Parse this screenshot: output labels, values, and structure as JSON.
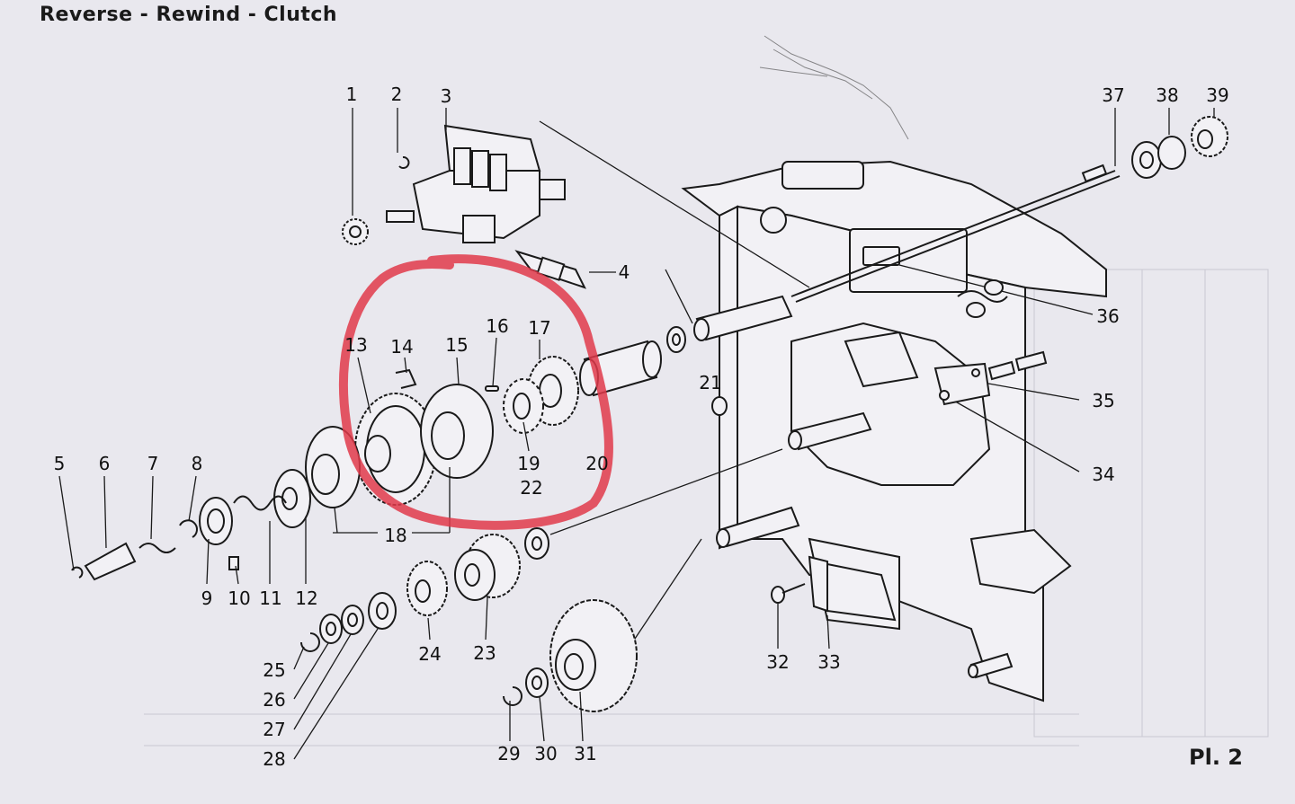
{
  "title": "Reverse - Rewind - Clutch",
  "plate": "Pl. 2",
  "highlight_color": "#e03a4a",
  "part_numbers": {
    "p1": "1",
    "p2": "2",
    "p3": "3",
    "p4": "4",
    "p5": "5",
    "p6": "6",
    "p7": "7",
    "p8": "8",
    "p9": "9",
    "p10": "10",
    "p11": "11",
    "p12": "12",
    "p13": "13",
    "p14": "14",
    "p15": "15",
    "p16": "16",
    "p17": "17",
    "p18": "18",
    "p19": "19",
    "p20": "20",
    "p21": "21",
    "p22": "22",
    "p23": "23",
    "p24": "24",
    "p25": "25",
    "p26": "26",
    "p27": "27",
    "p28": "28",
    "p29": "29",
    "p30": "30",
    "p31": "31",
    "p32": "32",
    "p33": "33",
    "p34": "34",
    "p35": "35",
    "p36": "36",
    "p37": "37",
    "p38": "38",
    "p39": "39"
  }
}
